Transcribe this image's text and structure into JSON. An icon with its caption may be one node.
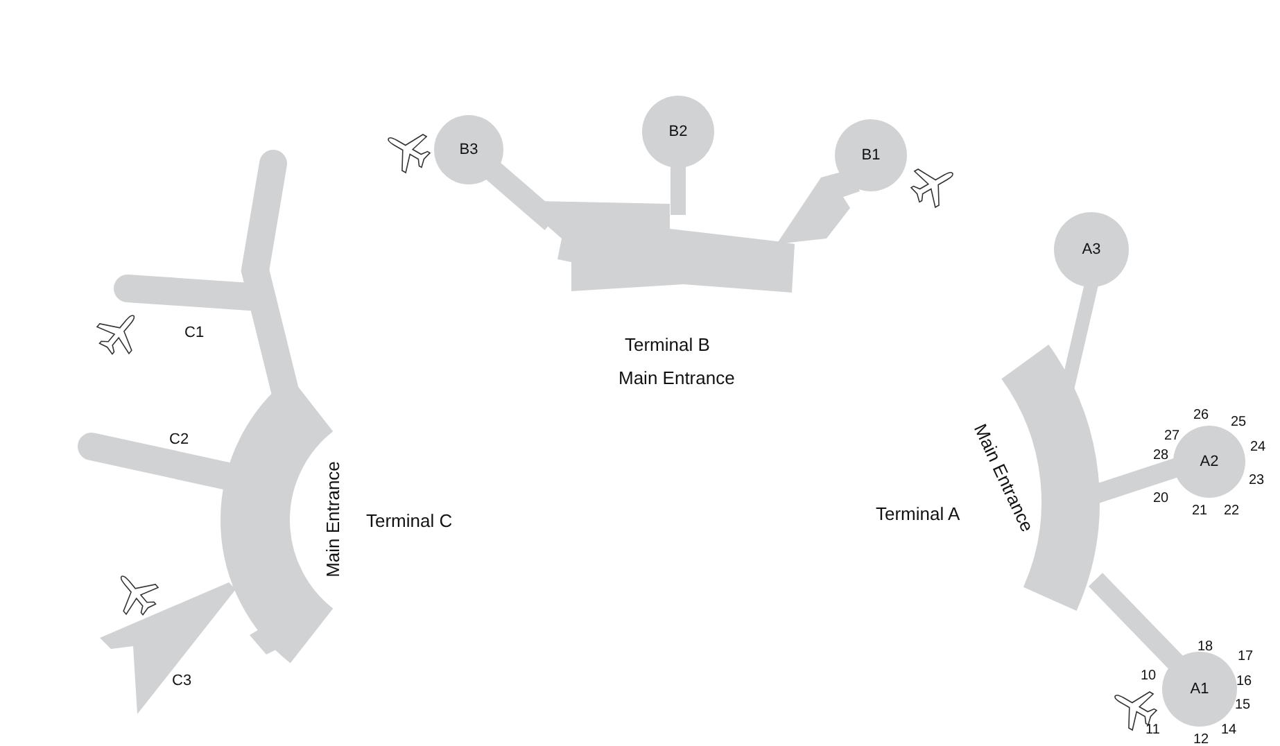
{
  "diagram": {
    "nodes": [
      {
        "text": [
          "B3"
        ]
      },
      {
        "text": [
          "B2"
        ]
      },
      {
        "text": [
          "B1"
        ]
      },
      {
        "text": [
          "A3"
        ]
      },
      {
        "text": [
          "A2"
        ],
        "beside": [
          "26",
          "25",
          "27",
          "24",
          "28",
          "23",
          "20",
          "21",
          "22"
        ]
      },
      {
        "text": [
          "A1"
        ],
        "beside": [
          "18",
          "17",
          "10",
          "16",
          "15",
          "11",
          "14",
          "12"
        ]
      }
    ],
    "labels": [
      "C1",
      "Terminal B",
      "Main Entrance",
      "C2",
      "Main Entrance",
      "Main Entrance",
      "Terminal C",
      "Terminal A",
      "C3"
    ]
  }
}
